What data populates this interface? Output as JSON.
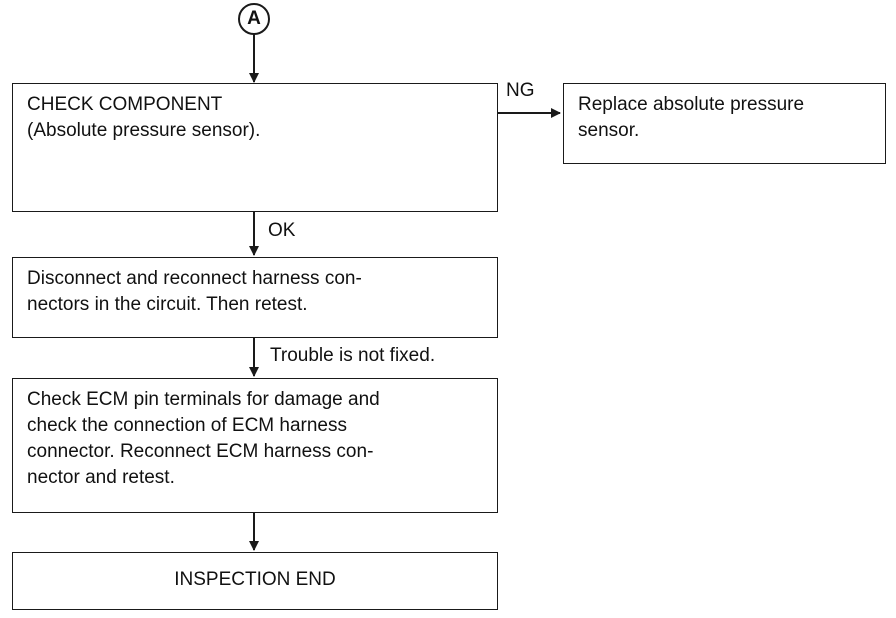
{
  "connector": {
    "label": "A"
  },
  "boxes": {
    "check_component": {
      "lines": [
        "CHECK COMPONENT",
        "(Absolute pressure sensor)."
      ]
    },
    "replace_sensor": {
      "lines": [
        "Replace absolute pressure",
        "sensor."
      ]
    },
    "reconnect_harness": {
      "lines": [
        "Disconnect and reconnect harness con-",
        "nectors in the circuit. Then retest."
      ]
    },
    "check_ecm": {
      "lines": [
        "Check ECM pin terminals for damage and",
        "check the connection of ECM harness",
        "connector. Reconnect ECM harness con-",
        "nector and retest."
      ]
    },
    "inspection_end": {
      "lines": [
        "INSPECTION END"
      ]
    }
  },
  "edges": {
    "ng_label": "NG",
    "ok_label": "OK",
    "not_fixed_label": "Trouble is not fixed."
  },
  "colors": {
    "stroke": "#1a1a1a",
    "background": "#ffffff"
  }
}
